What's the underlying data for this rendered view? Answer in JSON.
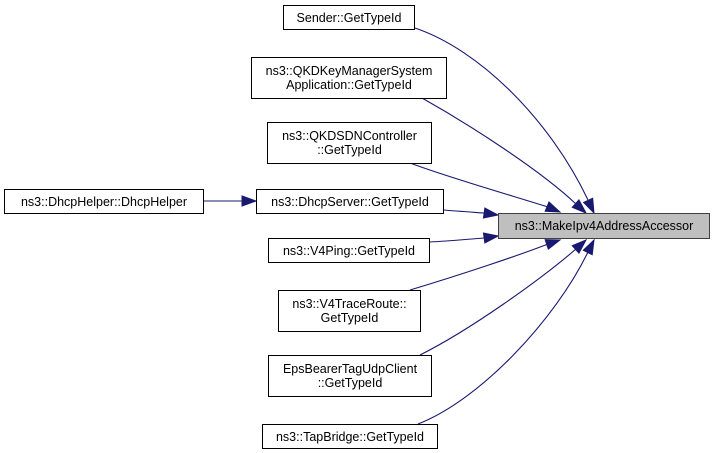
{
  "diagram": {
    "type": "doxygen-caller-graph",
    "edge_color": "#191970",
    "target_fill": "#bfbfbf",
    "target": {
      "id": "target",
      "lines": [
        "ns3::MakeIpv4AddressAccessor"
      ]
    },
    "nodes": [
      {
        "id": "sender",
        "lines": [
          "Sender::GetTypeId"
        ]
      },
      {
        "id": "qkdkms",
        "lines": [
          "ns3::QKDKeyManagerSystem",
          "Application::GetTypeId"
        ]
      },
      {
        "id": "qkdsdn",
        "lines": [
          "ns3::QKDSDNController",
          "::GetTypeId"
        ]
      },
      {
        "id": "dhcpserver",
        "lines": [
          "ns3::DhcpServer::GetTypeId"
        ]
      },
      {
        "id": "v4ping",
        "lines": [
          "ns3::V4Ping::GetTypeId"
        ]
      },
      {
        "id": "v4trace",
        "lines": [
          "ns3::V4TraceRoute::",
          "GetTypeId"
        ]
      },
      {
        "id": "epsbearer",
        "lines": [
          "EpsBearerTagUdpClient",
          "::GetTypeId"
        ]
      },
      {
        "id": "tapbridge",
        "lines": [
          "ns3::TapBridge::GetTypeId"
        ]
      },
      {
        "id": "dhcphelper",
        "lines": [
          "ns3::DhcpHelper::DhcpHelper"
        ]
      }
    ],
    "edges": [
      {
        "from": "sender",
        "to": "target"
      },
      {
        "from": "qkdkms",
        "to": "target"
      },
      {
        "from": "qkdsdn",
        "to": "target"
      },
      {
        "from": "dhcpserver",
        "to": "target"
      },
      {
        "from": "v4ping",
        "to": "target"
      },
      {
        "from": "v4trace",
        "to": "target"
      },
      {
        "from": "epsbearer",
        "to": "target"
      },
      {
        "from": "tapbridge",
        "to": "target"
      },
      {
        "from": "dhcphelper",
        "to": "dhcpserver"
      }
    ]
  }
}
